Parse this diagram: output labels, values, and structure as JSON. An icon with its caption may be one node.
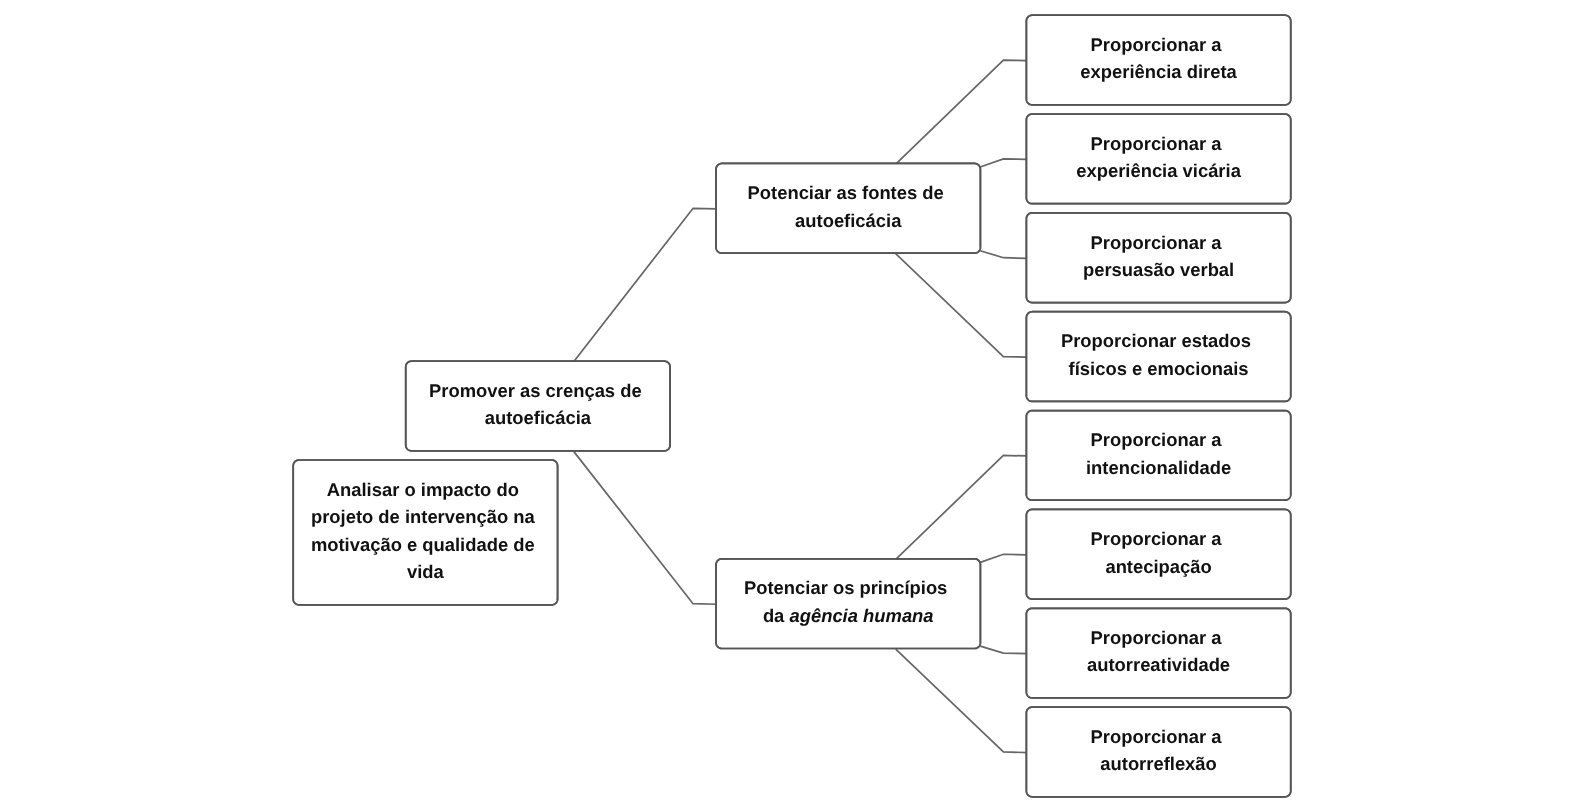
{
  "diagram": {
    "nodes": [
      {
        "text": [
          "Promover as crenças de autoeficácia"
        ]
      },
      {
        "text": [
          "Analisar o impacto do projeto de intervenção na motivação e qualidade de vida"
        ]
      },
      {
        "text": [
          "Potenciar as fontes de autoeficácia"
        ]
      },
      {
        "text": [
          "Proporcionar a experiência direta"
        ]
      },
      {
        "text": [
          "Proporcionar a experiência vicária"
        ]
      },
      {
        "text": [
          "Proporcionar a persuasão verbal"
        ]
      },
      {
        "text": [
          "Proporcionar estados físicos e emocionais"
        ]
      },
      {
        "text": [
          "Potenciar os princípios da *agência humana*"
        ]
      },
      {
        "text": [
          "Proporcionar a intencionalidade"
        ]
      },
      {
        "text": [
          "Proporcionar a antecipação"
        ]
      },
      {
        "text": [
          "Proporcionar a autorreatividade"
        ]
      },
      {
        "text": [
          "Proporcionar a autorreflexão"
        ]
      }
    ],
    "edges": [
      {
        "from": 0,
        "to": 2,
        "arrow": "none"
      },
      {
        "from": 0,
        "to": 7,
        "arrow": "none"
      },
      {
        "from": 2,
        "to": 3,
        "arrow": "none"
      },
      {
        "from": 2,
        "to": 4,
        "arrow": "none"
      },
      {
        "from": 2,
        "to": 5,
        "arrow": "none"
      },
      {
        "from": 2,
        "to": 6,
        "arrow": "none"
      },
      {
        "from": 7,
        "to": 8,
        "arrow": "none"
      },
      {
        "from": 7,
        "to": 9,
        "arrow": "none"
      },
      {
        "from": 7,
        "to": 10,
        "arrow": "none"
      },
      {
        "from": 7,
        "to": 11,
        "arrow": "none"
      }
    ]
  }
}
